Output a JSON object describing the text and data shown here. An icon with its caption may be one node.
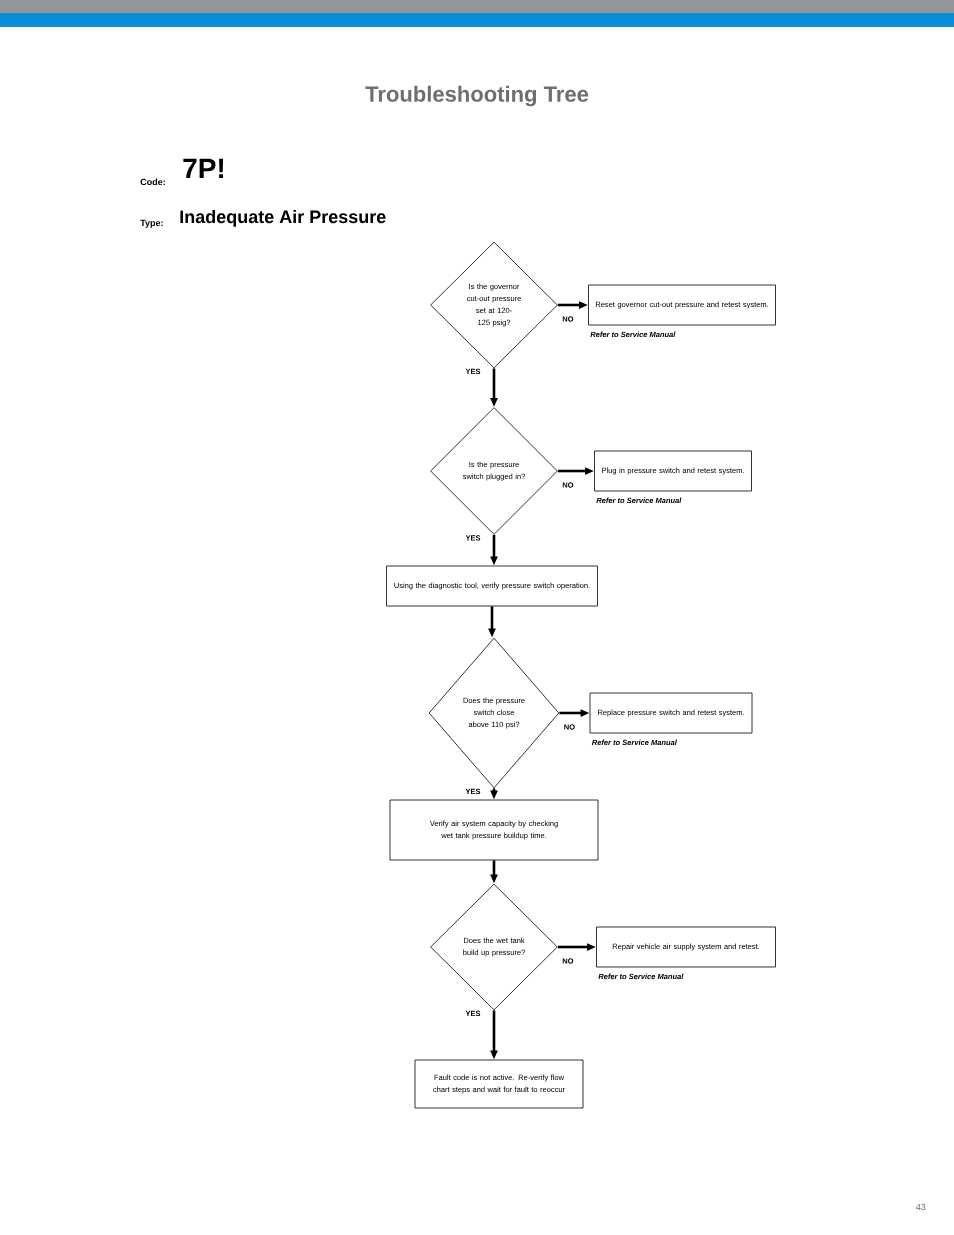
{
  "diagram": {
    "title": "Troubleshooting Tree",
    "nodes": [
      {
        "text": [
          "Is the governor cut-out pressure set at 120-125 psig?"
        ]
      },
      {
        "text": [
          "Reset governor cut-out pressure and retest system."
        ],
        "beside": [
          "Refer to Service Manual"
        ]
      },
      {
        "text": [
          "Is the pressure switch plugged in?"
        ]
      },
      {
        "text": [
          "Plug in pressure switch and retest system."
        ],
        "beside": [
          "Refer to Service Manual"
        ]
      },
      {
        "text": [
          "Using the diagnostic tool, verify pressure switch operation."
        ]
      },
      {
        "text": [
          "Does the pressure switch close above 110 psi?"
        ]
      },
      {
        "text": [
          "Replace pressure switch and retest system."
        ],
        "beside": [
          "Refer to Service Manual"
        ]
      },
      {
        "text": [
          "Verify air system capacity by checking wet tank pressure buildup time."
        ]
      },
      {
        "text": [
          "Does the wet tank build up pressure?"
        ]
      },
      {
        "text": [
          "Repair vehicle air supply system and retest."
        ],
        "beside": [
          "Refer to Service Manual"
        ]
      },
      {
        "text": [
          "Fault code is not active. Re-verify flow chart steps and wait for fault to reoccur"
        ]
      }
    ],
    "edges": [
      {
        "from": 0,
        "to": 1,
        "arrow": "to",
        "label": "NO"
      },
      {
        "from": 0,
        "to": 2,
        "arrow": "to",
        "label": "YES"
      },
      {
        "from": 2,
        "to": 3,
        "arrow": "to",
        "label": "NO"
      },
      {
        "from": 2,
        "to": 4,
        "arrow": "to",
        "label": "YES"
      },
      {
        "from": 4,
        "to": 5,
        "arrow": "to"
      },
      {
        "from": 5,
        "to": 6,
        "arrow": "to",
        "label": "NO"
      },
      {
        "from": 5,
        "to": 7,
        "arrow": "to",
        "label": "YES"
      },
      {
        "from": 7,
        "to": 8,
        "arrow": "to"
      },
      {
        "from": 8,
        "to": 9,
        "arrow": "to",
        "label": "NO"
      },
      {
        "from": 8,
        "to": 10,
        "arrow": "to",
        "label": "YES"
      }
    ],
    "labels": [
      "Code:",
      "7P!",
      "Type:",
      "Inadequate Air Pressure",
      "43"
    ]
  }
}
